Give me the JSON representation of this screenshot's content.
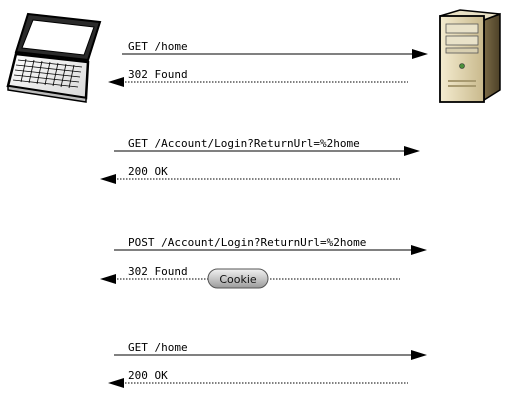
{
  "client_icon": "laptop-icon",
  "server_icon": "server-tower-icon",
  "messages": [
    {
      "label": "GET /home",
      "direction": "request",
      "style": "solid"
    },
    {
      "label": "302 Found",
      "direction": "response",
      "style": "dotted"
    },
    {
      "label": "GET /Account/Login?ReturnUrl=%2home",
      "direction": "request",
      "style": "solid"
    },
    {
      "label": "200 OK",
      "direction": "response",
      "style": "dotted"
    },
    {
      "label": "POST /Account/Login?ReturnUrl=%2home",
      "direction": "request",
      "style": "solid"
    },
    {
      "label": "302 Found",
      "direction": "response",
      "style": "dotted"
    },
    {
      "label": "GET /home",
      "direction": "request",
      "style": "solid"
    },
    {
      "label": "200 OK",
      "direction": "response",
      "style": "dotted"
    }
  ],
  "cookie_badge": {
    "label": "Cookie"
  }
}
